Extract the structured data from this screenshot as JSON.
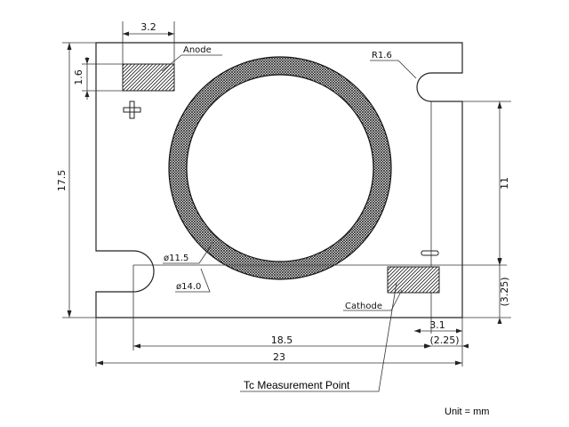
{
  "drawing": {
    "labels": {
      "anode": "Anode",
      "cathode": "Cathode",
      "radius": "R1.6",
      "phi_inner": "ø11.5",
      "phi_outer": "ø14.0",
      "tc_point": "Tc Measurement Point",
      "unit": "Unit = mm"
    },
    "dimensions": {
      "anode_width": "3.2",
      "anode_height": "1.6",
      "overall_height": "17.5",
      "right_height": "11",
      "right_offset": "(3.25)",
      "cathode_width": "3.1",
      "cathode_offset": "(2.25)",
      "center_x": "18.5",
      "overall_width": "23"
    }
  }
}
